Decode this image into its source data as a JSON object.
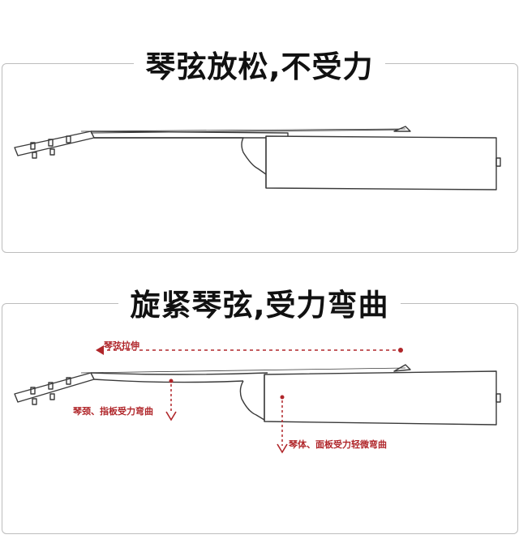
{
  "panel_relaxed": {
    "title": "琴弦放松,不受力"
  },
  "panel_tensioned": {
    "title": "旋紧琴弦,受力弯曲",
    "labels": {
      "string_tension": "琴弦拉伸",
      "neck_bend": "琴颈、指板受力弯曲",
      "body_bend": "琴体、面板受力轻微弯曲"
    }
  },
  "colors": {
    "outline": "#3a3a3a",
    "annotation": "#b0262a",
    "frame": "#bdbdbd"
  }
}
